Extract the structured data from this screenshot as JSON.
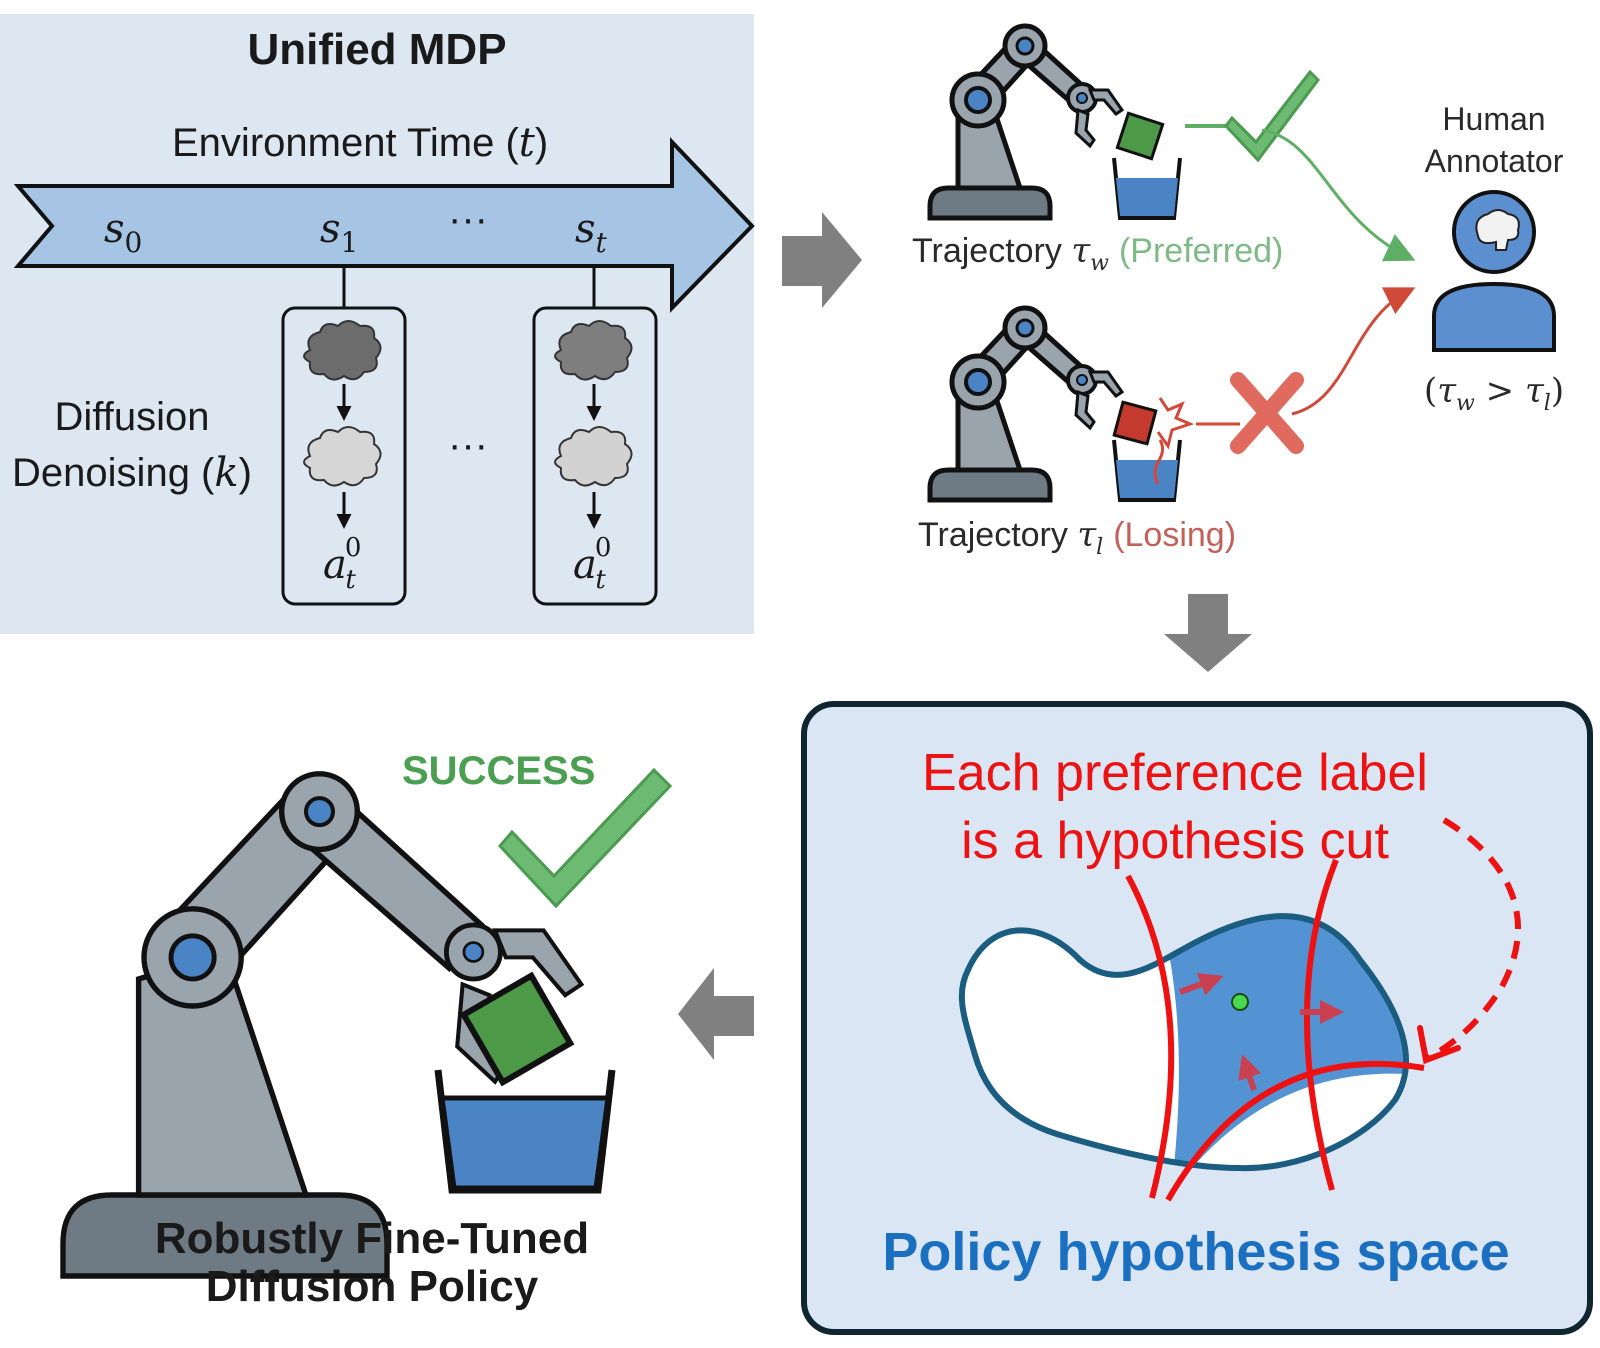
{
  "panel_mdp": {
    "title": "Unified MDP",
    "time_axis_label": "Environment Time (",
    "time_axis_var": "t",
    "time_axis_close": ")",
    "states": [
      {
        "base": "s",
        "sub": "0"
      },
      {
        "base": "s",
        "sub": "1"
      },
      {
        "base": "s",
        "sub": "t"
      }
    ],
    "ellipsis": "···",
    "diffusion_label_line1": "Diffusion",
    "diffusion_label_line2": "Denoising (",
    "diffusion_var": "k",
    "diffusion_close": ")",
    "action_base": "a",
    "action_sub": "t",
    "action_sup": "0",
    "colors": {
      "background": "#dde7f2",
      "arrow_fill": "#a6c4e4"
    }
  },
  "panel_preference": {
    "preferred_label": "Trajectory ",
    "preferred_symbol": "τ",
    "preferred_sub": "w",
    "preferred_tag": "(Preferred)",
    "losing_label": "Trajectory ",
    "losing_symbol": "τ",
    "losing_sub": "l",
    "losing_tag": "(Losing)",
    "annotator_line1": "Human",
    "annotator_line2": "Annotator",
    "relation_open": "(",
    "relation_left": "τ",
    "relation_left_sub": "w",
    "relation_op": " > ",
    "relation_right": "τ",
    "relation_right_sub": "l",
    "relation_close": ")",
    "colors": {
      "preferred": "#5fae66",
      "losing": "#d04a3a",
      "annotator": "#5b8fd0"
    }
  },
  "panel_hypothesis": {
    "caption_line1": "Each preference label",
    "caption_line2": "is a hypothesis cut",
    "space_label": "Policy hypothesis space",
    "colors": {
      "background": "#dae6f3",
      "region": "#5393d3",
      "cut": "#ee1111",
      "target": "#4cd84c",
      "label": "#1a6fc0"
    }
  },
  "panel_result": {
    "badge": "SUCCESS",
    "title_line1": "Robustly Fine-Tuned",
    "title_line2": "Diffusion Policy",
    "colors": {
      "badge": "#4aa050",
      "block": "#4c9a48",
      "water": "#4b84c4"
    }
  },
  "flow_arrows": [
    {
      "name": "mdp-to-preference",
      "direction": "right"
    },
    {
      "name": "preference-to-hypothesis",
      "direction": "down"
    },
    {
      "name": "hypothesis-to-result",
      "direction": "left"
    }
  ]
}
